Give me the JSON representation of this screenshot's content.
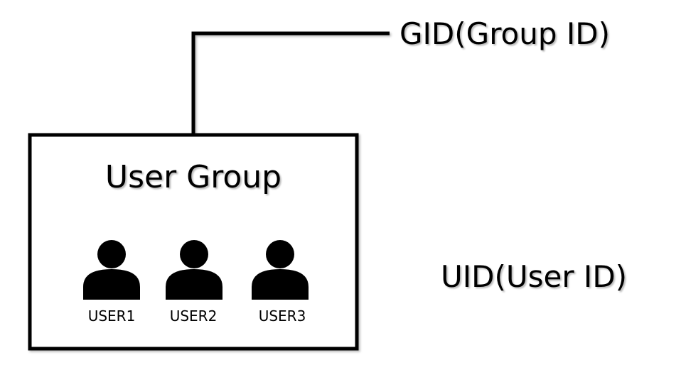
{
  "gid": {
    "label": "GID(Group ID)"
  },
  "uid": {
    "label": "UID(User ID)"
  },
  "group": {
    "title": "User Group",
    "users": [
      {
        "label": "USER1",
        "icon": "user-icon"
      },
      {
        "label": "USER2",
        "icon": "user-icon"
      },
      {
        "label": "USER3",
        "icon": "user-icon"
      }
    ]
  },
  "colors": {
    "stroke": "#000000",
    "background": "#ffffff"
  }
}
